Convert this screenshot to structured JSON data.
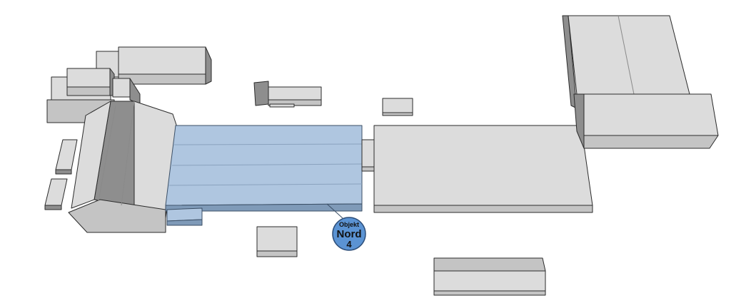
{
  "marker": {
    "line1": "Objekt",
    "line2": "Nord",
    "line3": "4"
  },
  "colors": {
    "highlight": "#afc6e0",
    "marker_fill": "#5b93d3",
    "building": "#dcdcdc"
  }
}
